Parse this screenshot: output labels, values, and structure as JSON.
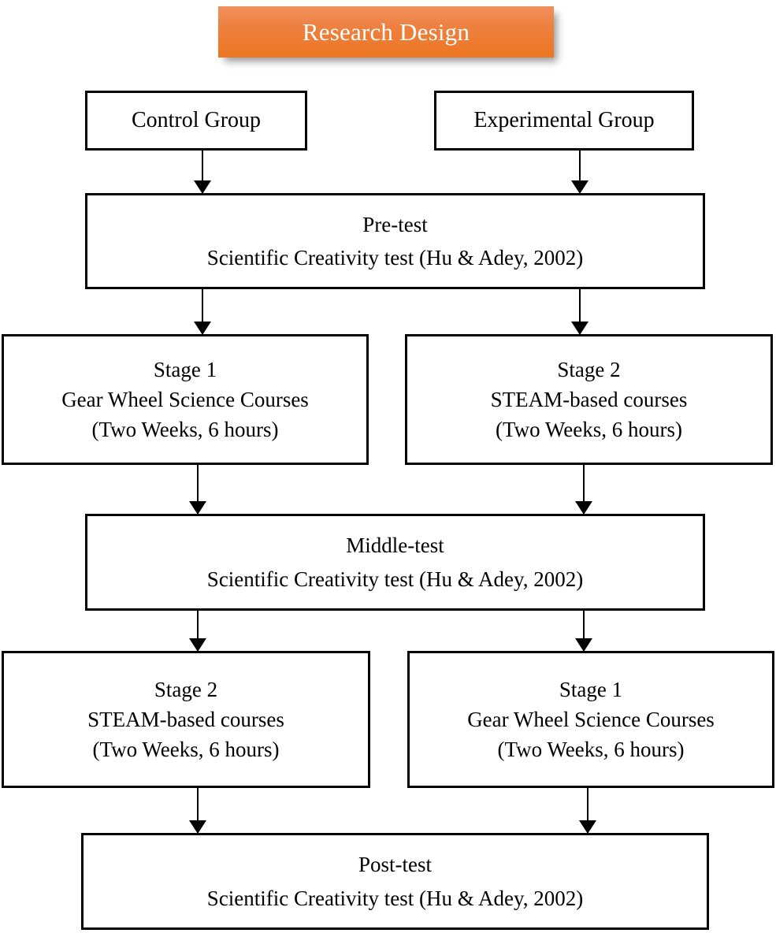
{
  "title": {
    "text": "Research Design",
    "background_color_top": "#f1905d",
    "background_color_bottom": "#ec7620",
    "text_color": "#ffffff"
  },
  "diagram": {
    "type": "flowchart",
    "border_color": "#000000",
    "background_color": "#ffffff",
    "nodes": [
      {
        "id": "control-group",
        "lines": [
          "Control Group"
        ]
      },
      {
        "id": "experimental-group",
        "lines": [
          "Experimental Group"
        ]
      },
      {
        "id": "pre-test",
        "lines": [
          "Pre-test",
          "Scientific Creativity test (Hu & Adey, 2002)"
        ]
      },
      {
        "id": "stage-1-control",
        "lines": [
          "Stage 1",
          "Gear Wheel Science Courses",
          "(Two Weeks, 6 hours)"
        ]
      },
      {
        "id": "stage-2-experimental",
        "lines": [
          "Stage 2",
          "STEAM-based courses",
          "(Two Weeks, 6 hours)"
        ]
      },
      {
        "id": "middle-test",
        "lines": [
          "Middle-test",
          "Scientific Creativity test (Hu & Adey, 2002)"
        ]
      },
      {
        "id": "stage-2-control",
        "lines": [
          "Stage 2",
          "STEAM-based courses",
          "(Two Weeks, 6 hours)"
        ]
      },
      {
        "id": "stage-1-experimental",
        "lines": [
          "Stage 1",
          "Gear Wheel Science Courses",
          "(Two Weeks, 6 hours)"
        ]
      },
      {
        "id": "post-test",
        "lines": [
          "Post-test",
          "Scientific Creativity test (Hu & Adey, 2002)"
        ]
      }
    ],
    "connectors": [
      {
        "from": "control-group",
        "to": "pre-test"
      },
      {
        "from": "experimental-group",
        "to": "pre-test"
      },
      {
        "from": "pre-test",
        "to": "stage-1-control"
      },
      {
        "from": "pre-test",
        "to": "stage-2-experimental"
      },
      {
        "from": "stage-1-control",
        "to": "middle-test"
      },
      {
        "from": "stage-2-experimental",
        "to": "middle-test"
      },
      {
        "from": "middle-test",
        "to": "stage-2-control"
      },
      {
        "from": "middle-test",
        "to": "stage-1-experimental"
      },
      {
        "from": "stage-2-control",
        "to": "post-test"
      },
      {
        "from": "stage-1-experimental",
        "to": "post-test"
      }
    ]
  }
}
